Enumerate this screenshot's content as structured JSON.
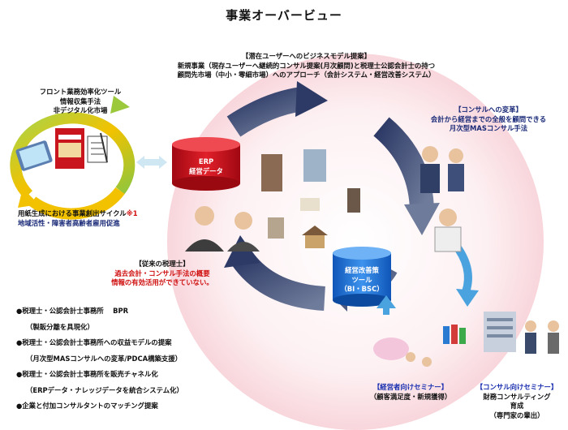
{
  "title": "事業オーバービュー",
  "top_text": {
    "heading": "【潜在ユーザーへのビジネスモデル提案】",
    "line1": "新規事業（現存ユーザーへ継続的コンサル提案(月次顧問)と税理士公認会計士の持つ",
    "line2": "顧問先市場（中小・零細市場）へのアプローチ（会計システム・経営改善システム）"
  },
  "left_cycle": {
    "line1": "フロント業務効率化ツール",
    "line2": "情報収集手法",
    "line3": "非デジタル化市場",
    "bottom1": "用紙生成における事業創出サイクル",
    "bottom1_note": "※1",
    "bottom2": "地域活性・障害者高齢者雇用促進"
  },
  "erp": {
    "line1": "ERP",
    "line2": "経営データ"
  },
  "consult_change": {
    "heading": "【コンサルへの変革】",
    "line1": "会計から経営までの全般を顧問できる",
    "line2": "月次型MASコンサル手法"
  },
  "former": {
    "heading": "【従来の税理士】",
    "line1": "過去会計・コンサル手法の概要",
    "line2": "情報の有効活用ができていない。"
  },
  "tool": {
    "line1": "経営改善策",
    "line2": "ツール",
    "line3": "（BI・BSC）"
  },
  "bullets": [
    {
      "line1": "●税理士・公認会計士事務所　 BPR",
      "line2": "（製販分離を具現化）"
    },
    {
      "line1": "●税理士・公認会計士事務所への収益モデルの提案",
      "line2": "（月次型MASコンサルへの変革/PDCA構築支援）"
    },
    {
      "line1": "●税理士・公認会計士事務所を販売チャネル化",
      "line2": "（ERPデータ・ナレッジデータを統合システム化）"
    },
    {
      "line1": "●企業と付加コンサルタントのマッチング提案",
      "line2": ""
    }
  ],
  "seminar_mgmt": {
    "heading": "【経営者向けセミナー】",
    "line1": "（顧客満足度・新規獲得）"
  },
  "seminar_consult": {
    "heading": "【コンサル向けセミナー】",
    "line1": "財務コンサルティング",
    "line2": "育成",
    "line3": "（専門家の輩出）"
  },
  "icons": [
    "arrows-cycle-icon",
    "tablet-icon",
    "book-icon",
    "checklist-icon",
    "database-icon",
    "building-icon",
    "businessperson-icon",
    "bank-icon"
  ],
  "colors": {
    "accent_blue": "#1a2fb0",
    "red": "#d01010",
    "erp_red": "#c8101a",
    "db_blue": "#1d6fd6",
    "pink_bg": "#fbe3e7",
    "green": "#8cc63f",
    "yellow": "#f5c400"
  }
}
